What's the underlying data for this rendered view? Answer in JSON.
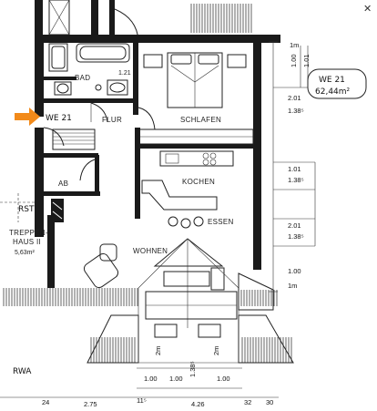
{
  "close_icon": "✕",
  "unit_tag": {
    "line1": "WE 21",
    "line2": "62,44m²"
  },
  "rooms": {
    "bad": "BAD",
    "flur": "FLUR",
    "schlafen": "SCHLAFEN",
    "ab": "AB",
    "kochen": "KOCHEN",
    "essen": "ESSEN",
    "wohnen": "WOHNEN",
    "we": "WE 21",
    "treppen1": "TREPPEN-",
    "treppen2": "HAUS II",
    "treppen3": "5,63m²",
    "rst": "RST",
    "rwa": "RWA"
  },
  "dims_right": {
    "d1": "1m",
    "d2": "1.00",
    "d3": "1.01",
    "d4": "2.01",
    "d5": "1.38⁵",
    "d6": "1.01",
    "d7": "1.38⁵",
    "d8": "2.01",
    "d9": "1.38⁵",
    "d10": "1.00",
    "d11": "1m"
  },
  "dims_bottom": {
    "b1": "1.00",
    "b2": "1.00",
    "b3": "1.38⁵",
    "b4": "1.00",
    "b5": "2m",
    "b6": "2m"
  },
  "bottom_row": {
    "r1": "24",
    "r2": "2.75",
    "r3": "11⁵",
    "r4": "4.26",
    "r5": "32",
    "r6": "30"
  },
  "small": {
    "w121": "1.21"
  },
  "colors": {
    "arrow": "#f28a1a",
    "ink": "#1a1a1a"
  }
}
